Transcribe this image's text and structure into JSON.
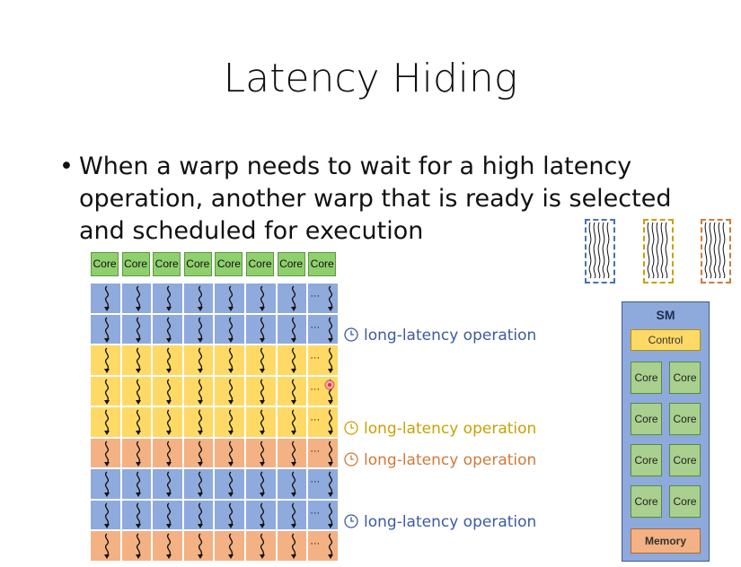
{
  "title": "Latency Hiding",
  "bullet": {
    "symbol": "•",
    "text": "When a warp needs to wait for a high latency operation, another warp that is ready is selected and scheduled for execution"
  },
  "core_header": [
    "Core",
    "Core",
    "Core",
    "Core",
    "Core",
    "Core",
    "Core",
    "Core"
  ],
  "ellipsis": "···",
  "warp_rows": [
    {
      "color": "#8faadc"
    },
    {
      "color": "#8faadc"
    },
    {
      "color": "#ffd966"
    },
    {
      "color": "#ffd966"
    },
    {
      "color": "#ffd966"
    },
    {
      "color": "#f4b183"
    },
    {
      "color": "#8faadc"
    },
    {
      "color": "#8faadc"
    },
    {
      "color": "#f4b183"
    }
  ],
  "latency_labels": [
    {
      "text": "long-latency operation",
      "color": "#3b5ba5"
    },
    {
      "text": "long-latency operation",
      "color": "#c9a100"
    },
    {
      "text": "long-latency operation",
      "color": "#d07a3a"
    },
    {
      "text": "long-latency operation",
      "color": "#3b5ba5"
    }
  ],
  "sm": {
    "label": "SM",
    "control": "Control",
    "cores": [
      "Core",
      "Core",
      "Core",
      "Core",
      "Core",
      "Core",
      "Core",
      "Core"
    ],
    "memory": "Memory"
  },
  "warp_groups": [
    {
      "border": "#4a6fb5"
    },
    {
      "border": "#c9a100"
    },
    {
      "border": "#d07a3a"
    }
  ]
}
